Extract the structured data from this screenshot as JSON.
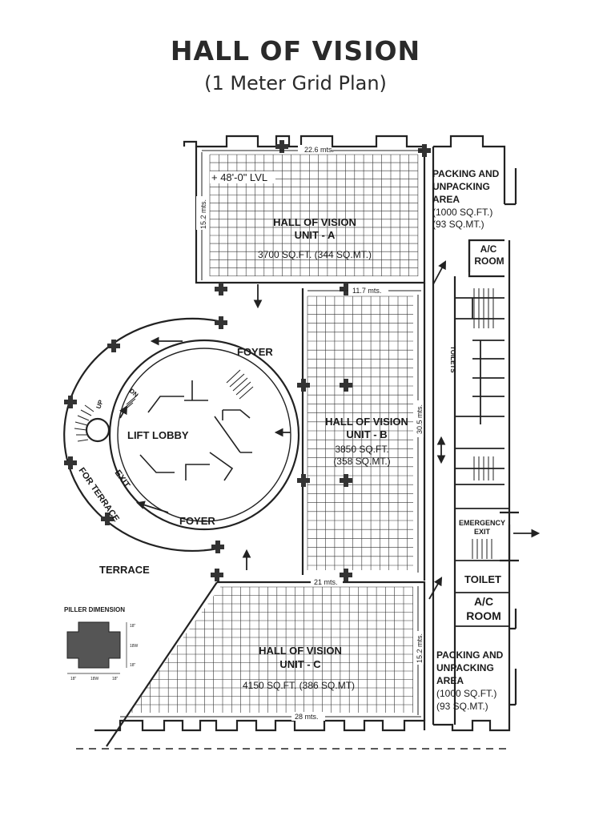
{
  "header": {
    "title": "HALL OF VISION",
    "subtitle": "(1 Meter Grid Plan)"
  },
  "unit_a": {
    "level": "+ 48'-0\" LVL",
    "name_line1": "HALL OF VISION",
    "name_line2": "UNIT - A",
    "area": "3700 SQ.FT. (344 SQ.MT.)",
    "width_dim": "22.6 mts.",
    "height_dim": "15.2 mts."
  },
  "unit_b": {
    "name_line1": "HALL OF VISION",
    "name_line2": "UNIT - B",
    "area_sqft": "3850 SQ.FT.",
    "area_sqm": "(358 SQ.MT.)",
    "width_dim": "11.7 mts.",
    "height_dim": "30.5 mts."
  },
  "unit_c": {
    "name_line1": "HALL OF VISION",
    "name_line2": "UNIT - C",
    "area": "4150 SQ.FT. (386 SQ.MT)",
    "top_dim": "21 mts.",
    "bottom_dim": "28 mts.",
    "height_dim": "15.2 mts."
  },
  "packing_top": {
    "line1": "PACKING AND",
    "line2": "UNPACKING",
    "line3": "AREA",
    "line4": "(1000 SQ.FT.)",
    "line5": "(93 SQ.MT.)"
  },
  "packing_bottom": {
    "line1": "PACKING AND",
    "line2": "UNPACKING",
    "line3": "AREA",
    "line4": "(1000 SQ.FT.)",
    "line5": "(93 SQ.MT.)"
  },
  "ac_room_top": {
    "line1": "A/C",
    "line2": "ROOM"
  },
  "ac_room_bottom": {
    "line1": "A/C",
    "line2": "ROOM"
  },
  "toilets": "TOILETS",
  "toilet": "TOILET",
  "emergency_exit": {
    "line1": "EMERGENCY",
    "line2": "EXIT"
  },
  "foyer_top": "FOYER",
  "foyer_bottom": "FOYER",
  "lift_lobby": "LIFT LOBBY",
  "terrace": "TERRACE",
  "exit_terrace": {
    "line1": "EXIT",
    "line2": "FOR TERRACE"
  },
  "stair_up": "UP",
  "stair_dn": "DN",
  "pillar": {
    "title": "PILLER DIMENSION",
    "dim_side_a": "18\"",
    "dim_mid": "18W",
    "dim_side_b": "18\"",
    "dim_top": "18\"",
    "dim_vmid": "18W",
    "dim_bottom": "18\""
  }
}
